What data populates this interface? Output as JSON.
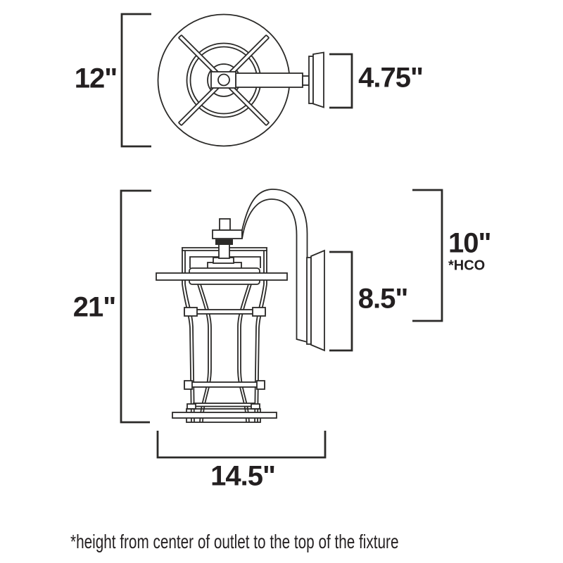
{
  "canvas": {
    "background": "#ffffff",
    "ink": "#2b2a28"
  },
  "top_view": {
    "diameter_label": "12\"",
    "backplate_depth_label": "4.75\""
  },
  "side_view": {
    "overall_height_label": "21\"",
    "outlet_to_top_label": "10\"",
    "outlet_to_top_note": "*HCO",
    "backplate_height_label": "8.5\"",
    "projection_label": "14.5\""
  },
  "footnote": "*height from center of outlet to the top of the fixture"
}
